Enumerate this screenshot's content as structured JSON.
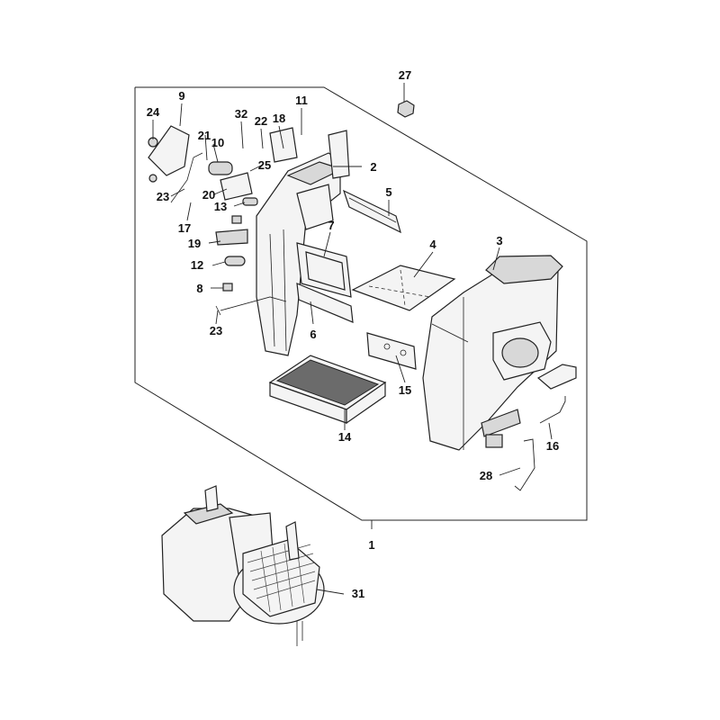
{
  "diagram": {
    "callouts": {
      "p1": "1",
      "p2": "2",
      "p3": "3",
      "p4": "4",
      "p5": "5",
      "p6": "6",
      "p7": "7",
      "p8": "8",
      "p9": "9",
      "p10": "10",
      "p11": "11",
      "p12": "12",
      "p13": "13",
      "p14": "14",
      "p15": "15",
      "p16": "16",
      "p17": "17",
      "p18": "18",
      "p19": "19",
      "p20": "20",
      "p21": "21",
      "p22": "22",
      "p23a": "23",
      "p23b": "23",
      "p24": "24",
      "p25": "25",
      "p27": "27",
      "p28": "28",
      "p31": "31",
      "p32": "32"
    }
  }
}
